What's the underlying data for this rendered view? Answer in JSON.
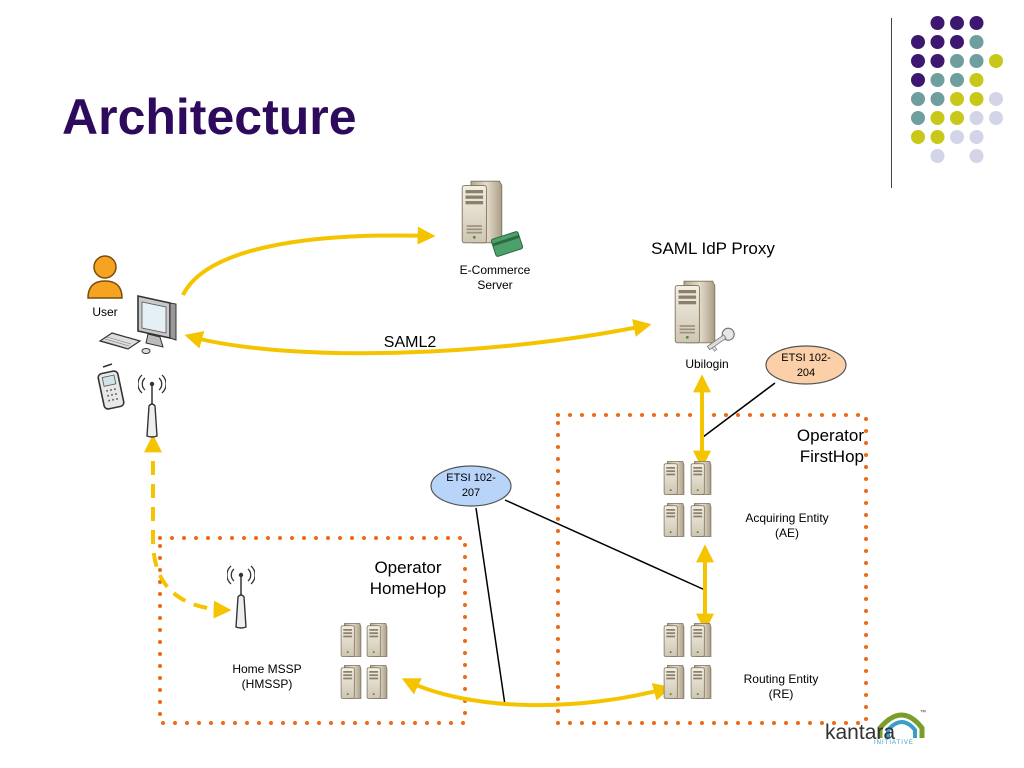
{
  "slide": {
    "title": "Architecture"
  },
  "nodes": {
    "user": "User",
    "ecommerce": "E-Commerce Server",
    "ecommerce_l1": "E-Commerce",
    "ecommerce_l2": "Server",
    "saml_idp_proxy": "SAML IdP Proxy",
    "ubilogin": "Ubilogin",
    "etsi_204_l1": "ETSI 102-",
    "etsi_204_l2": "204",
    "etsi_207_l1": "ETSI 102-",
    "etsi_207_l2": "207",
    "operator_firsthop_l1": "Operator",
    "operator_firsthop_l2": "FirstHop",
    "acquiring_entity_l1": "Acquiring Entity",
    "acquiring_entity_l2": "(AE)",
    "operator_homehop_l1": "Operator",
    "operator_homehop_l2": "HomeHop",
    "home_mssp_l1": "Home MSSP",
    "home_mssp_l2": "(HMSSP)",
    "routing_entity_l1": "Routing Entity",
    "routing_entity_l2": "(RE)"
  },
  "edges": {
    "saml2": "SAML2"
  },
  "logo": {
    "text": "kantara",
    "sub": "INITIATIVE",
    "tm": "™"
  },
  "colors": {
    "title": "#2e0a5c",
    "arrow": "#f5c400",
    "dotted_border": "#ee6a1a",
    "oval_orange": "#fbd0a8",
    "oval_blue": "#b8d4f8",
    "purple": "#3e1870",
    "teal": "#6e9e9e",
    "lime": "#c8c81a",
    "lavender": "#d4d4e8"
  }
}
